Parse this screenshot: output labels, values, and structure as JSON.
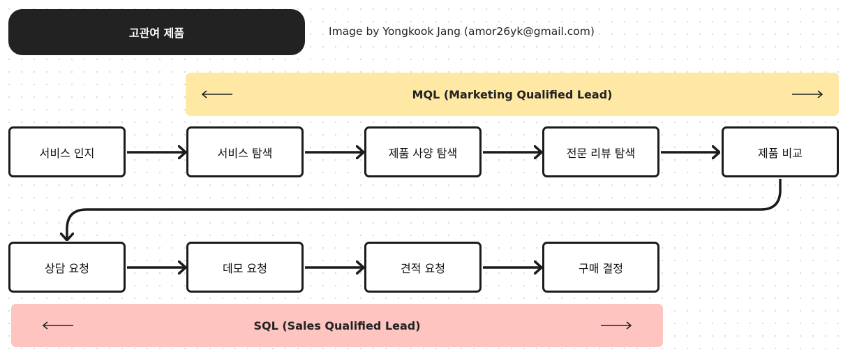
{
  "header": {
    "title": "고관여 제품",
    "credit": "Image by Yongkook Jang (amor26yk@gmail.com)"
  },
  "bands": {
    "mql": {
      "label": "MQL (Marketing Qualified Lead)",
      "color": "#fee8a4"
    },
    "sql": {
      "label": "SQL (Sales Qualified Lead)",
      "color": "#fdc4c0"
    }
  },
  "flow": {
    "row1": [
      "서비스 인지",
      "서비스 탐색",
      "제품 사양 탐색",
      "전문 리뷰 탐색",
      "제품 비교"
    ],
    "row2": [
      "상담 요청",
      "데모 요청",
      "견적 요청",
      "구매 결정"
    ]
  },
  "colors": {
    "node_border": "#1b1b1b",
    "arrow": "#1b1b1b",
    "title_bg": "#222222"
  }
}
